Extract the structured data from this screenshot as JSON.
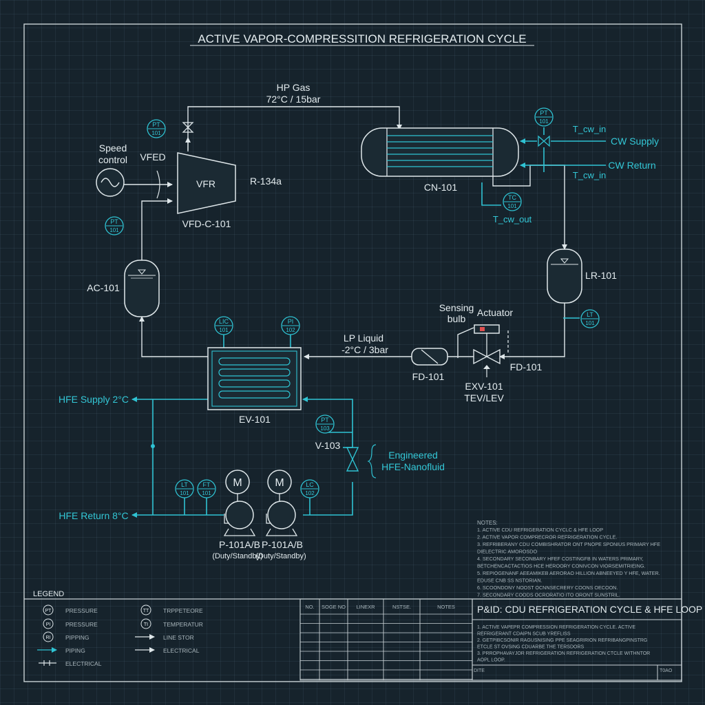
{
  "title": "ACTIVE VAPOR-COMPRESSITION REFRIGERATION CYCLE",
  "streams": {
    "hp_gas": "HP Gas",
    "hp_gas_cond": "72°C / 15bar",
    "lp_liquid": "LP Liquid",
    "lp_liquid_cond": "-2°C / 3bar",
    "refrigerant": "R-134a",
    "cw_supply": "CW Supply",
    "cw_return": "CW Return",
    "t_cw_in_1": "T_cw_in",
    "t_cw_in_2": "T_cw_in",
    "t_cw_out": "T_cw_out",
    "hfe_supply": "HFE Supply 2°C",
    "hfe_return": "HFE Return 8°C",
    "nanofluid_1": "Engineered",
    "nanofluid_2": "HFE-Nanofluid"
  },
  "equipment": {
    "speed_control_1": "Speed",
    "speed_control_2": "control",
    "vfed": "VFED",
    "compressor_label": "VFR",
    "compressor_tag": "VFD-C-101",
    "accumulator": "AC-101",
    "condenser": "CN-101",
    "receiver": "LR-101",
    "evaporator": "EV-101",
    "filter_drier_1": "FD-101",
    "filter_drier_2": "FD-101",
    "expansion_valve_1": "EXV-101",
    "expansion_valve_2": "TEV/LEV",
    "sensing_1": "Sensing",
    "sensing_2": "bulb",
    "actuator": "Actuator",
    "valve_v103": "V-103",
    "pump_a_tag": "P-101A/B",
    "pump_a_duty": "(Duty/Standby)",
    "pump_b_tag": "P-101A/B",
    "pump_b_duty": "(Duty/Standby)",
    "motor_a": "M",
    "motor_b": "M"
  },
  "instruments": {
    "pt_comp": [
      "PT",
      "101"
    ],
    "pt_suction": [
      "PT",
      "101"
    ],
    "pt_cond": [
      "PT",
      "101"
    ],
    "tc_cond": [
      "TC",
      "101"
    ],
    "lt_receiver": [
      "LT",
      "101"
    ],
    "lic_evap": [
      "LIC",
      "101"
    ],
    "pi_evap": [
      "PI",
      "102"
    ],
    "pt_hfe": [
      "PT",
      "103"
    ],
    "lt_pump": [
      "LT",
      "101"
    ],
    "ft_pump": [
      "FT",
      "101"
    ],
    "lc_pump": [
      "LC",
      "102"
    ]
  },
  "notes": {
    "header": "NOTES:",
    "lines": [
      "1. ACTIVE CDU REFRIGERATION CYCLC & HFE LOOP",
      "2. ACTIVE VAPOR COMPRECROR REFRIGERATION CYCLE.",
      "3. REFRIBERANY CDU COMBISHRATOR ONT PNOPE SPONIUS PRIMARY HFE",
      "   DIELECTRIC AMOROSDO",
      "4. SECONDARY SECONBARY HFEF COSTINGFB IN WATERS PRIMARY,",
      "   BETCHENCACTACTIOS HCE HEROORY CONIVCON VIORSEMITRIEING.",
      "5. REPIOGENANF AEEAMIKEB AERORAO HILLION ABNEEYED Y HFE, WATER.",
      "   EDUSE CNB SS NSTORIAN.",
      "6. SCOONDONY NOOST OCNNSECRERY COONS OECOON.",
      "7. SECONDARY COODS OCRORATIO ITO ORONT SUNSTRIL."
    ]
  },
  "legend": {
    "header": "LEGEND",
    "items": [
      {
        "symbol": "PT",
        "label": "PRESSURE"
      },
      {
        "symbol": "PI",
        "label": "PRESSURE"
      },
      {
        "symbol": "RI",
        "label": "PIPPING"
      },
      {
        "symbol": "arrow",
        "label": "PIPING"
      },
      {
        "symbol": "electric",
        "label": "ELECTRICAL"
      },
      {
        "symbol": "TT",
        "label": "TRPPETEORE"
      },
      {
        "symbol": "TI",
        "label": "TEMPERATUR"
      },
      {
        "symbol": "arrow-white",
        "label": "LINE STOR"
      },
      {
        "symbol": "arrow-white",
        "label": "ELECTRICAL"
      }
    ]
  },
  "revision_table": {
    "headers": [
      "NO.",
      "SOGE NO",
      "LINEXR",
      "NSTSE.",
      "NOTES"
    ],
    "rows": 7
  },
  "title_block": {
    "title": "P&ID: CDU REFRIGERATION CYCLE & HFE LOOP",
    "lines": [
      "1. ACTIVE VAPEPR COMPRESSION REFRIGERATION CYCLE. ACTIVE",
      "   REFRIGERANT CDAIPN SCUB YREFLISS",
      "2. GETPIBCSONIR RAGUSNISING PPE SEAGRIRION REFRIBANGPINSTRG",
      "   ETCLE ST OVSING CDUARBE THE TERSDORS",
      "3. PRROPHAVAYJOR REFRIGERATION REFRIGERATION CTCLE WITHNTOR",
      "   AOPL LOOP."
    ],
    "date_label": "DITE",
    "sheet_label": "T0AO"
  },
  "colors": {
    "background": "#16232c",
    "line_white": "#dfe7ea",
    "line_cyan": "#2fc3d3",
    "text_cyan": "#33c7d6"
  }
}
